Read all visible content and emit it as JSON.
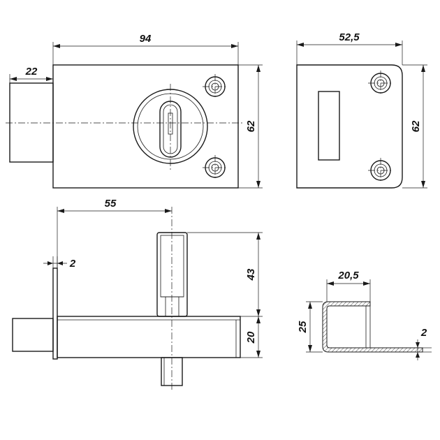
{
  "drawing": {
    "front_view": {
      "width_label": "94",
      "height_label": "62",
      "bolt_label": "22"
    },
    "strike_plate": {
      "width_label": "52,5",
      "height_label": "62"
    },
    "side_view": {
      "depth_label": "55",
      "cylinder_label": "43",
      "body_label": "20",
      "plate_label": "2"
    },
    "profile_detail": {
      "width_label": "20,5",
      "height_label": "25",
      "thickness_label": "2"
    }
  }
}
